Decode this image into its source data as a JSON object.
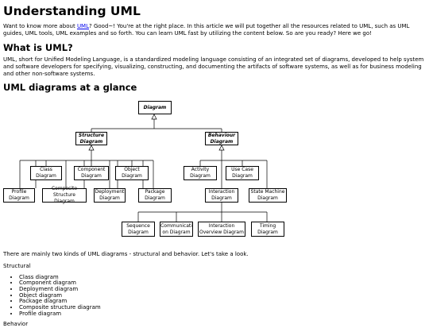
{
  "title": "Understanding UML",
  "intro": {
    "before_link": "Want to know more about ",
    "link": "UML",
    "after_link": "? Good~! You're at the right place. In this article we will put together all the resources related to UML, such as UML guides, UML tools, UML examples and so forth. You can learn UML fast by utilizing the content below. So are you ready? Here we go!"
  },
  "what_heading": "What is UML?",
  "what_text": "UML, short for Unified Modeling Language, is a standardized modeling language consisting of an integrated set of diagrams, developed to help system and software developers for specifying, visualizing, constructing, and documenting the artifacts of software systems, as well as for business modeling and other non-software systems.",
  "glance_heading": "UML diagrams at a glance",
  "diagram": {
    "root": "Diagram",
    "structure": "Structure Diagram",
    "behaviour": "Behaviour Diagram",
    "class": "Class Diagram",
    "component": "Component Diagram",
    "object": "Object Diagram",
    "profile": "Profile Diagram",
    "composite": "Composite Structure Diagram",
    "deployment": "Deployment Diagram",
    "package": "Package Diagram",
    "activity": "Activity Diagram",
    "usecase": "Use Case Diagram",
    "interaction": "Interaction Diagram",
    "statemachine": "State Machine Diagram",
    "sequence": "Sequence Diagram",
    "communication": "Communicati on Diagram",
    "overview": "Interaction Overview Diagram",
    "timing": "Timing Diagram"
  },
  "kinds_text": "There are mainly two kinds of UML diagrams - structural and behavior. Let's take a look.",
  "structural_label": "Structural",
  "structural_items": [
    "Class diagram",
    "Component diagram",
    "Deployment diagram",
    "Object diagram",
    "Package diagram",
    "Composite structure diagram",
    "Profile diagram"
  ],
  "behavior_label": "Behavior"
}
